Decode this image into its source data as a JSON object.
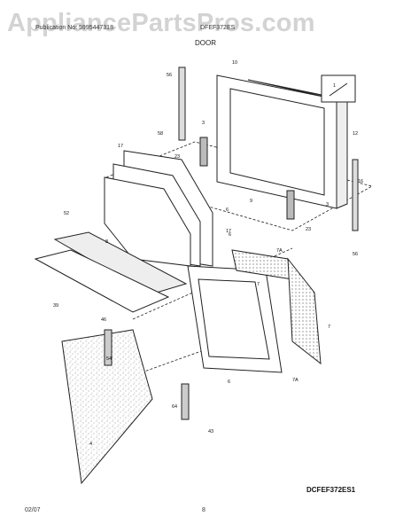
{
  "header": {
    "watermark": "AppliancePartsPros.com",
    "publication_line": "Publication No: 5995447318",
    "model": "DFEF372ES",
    "section": "DOOR"
  },
  "diagram": {
    "code": "DCFEF372ES1",
    "callouts": [
      "56",
      "10",
      "3",
      "58",
      "23",
      "12",
      "17",
      "1",
      "9",
      "16",
      "6",
      "23",
      "3",
      "6",
      "17",
      "56",
      "52",
      "7A",
      "7",
      "8",
      "39",
      "46",
      "7",
      "54",
      "6",
      "7A",
      "64",
      "4",
      "43"
    ]
  },
  "footer": {
    "date": "02/07",
    "page": "8"
  }
}
